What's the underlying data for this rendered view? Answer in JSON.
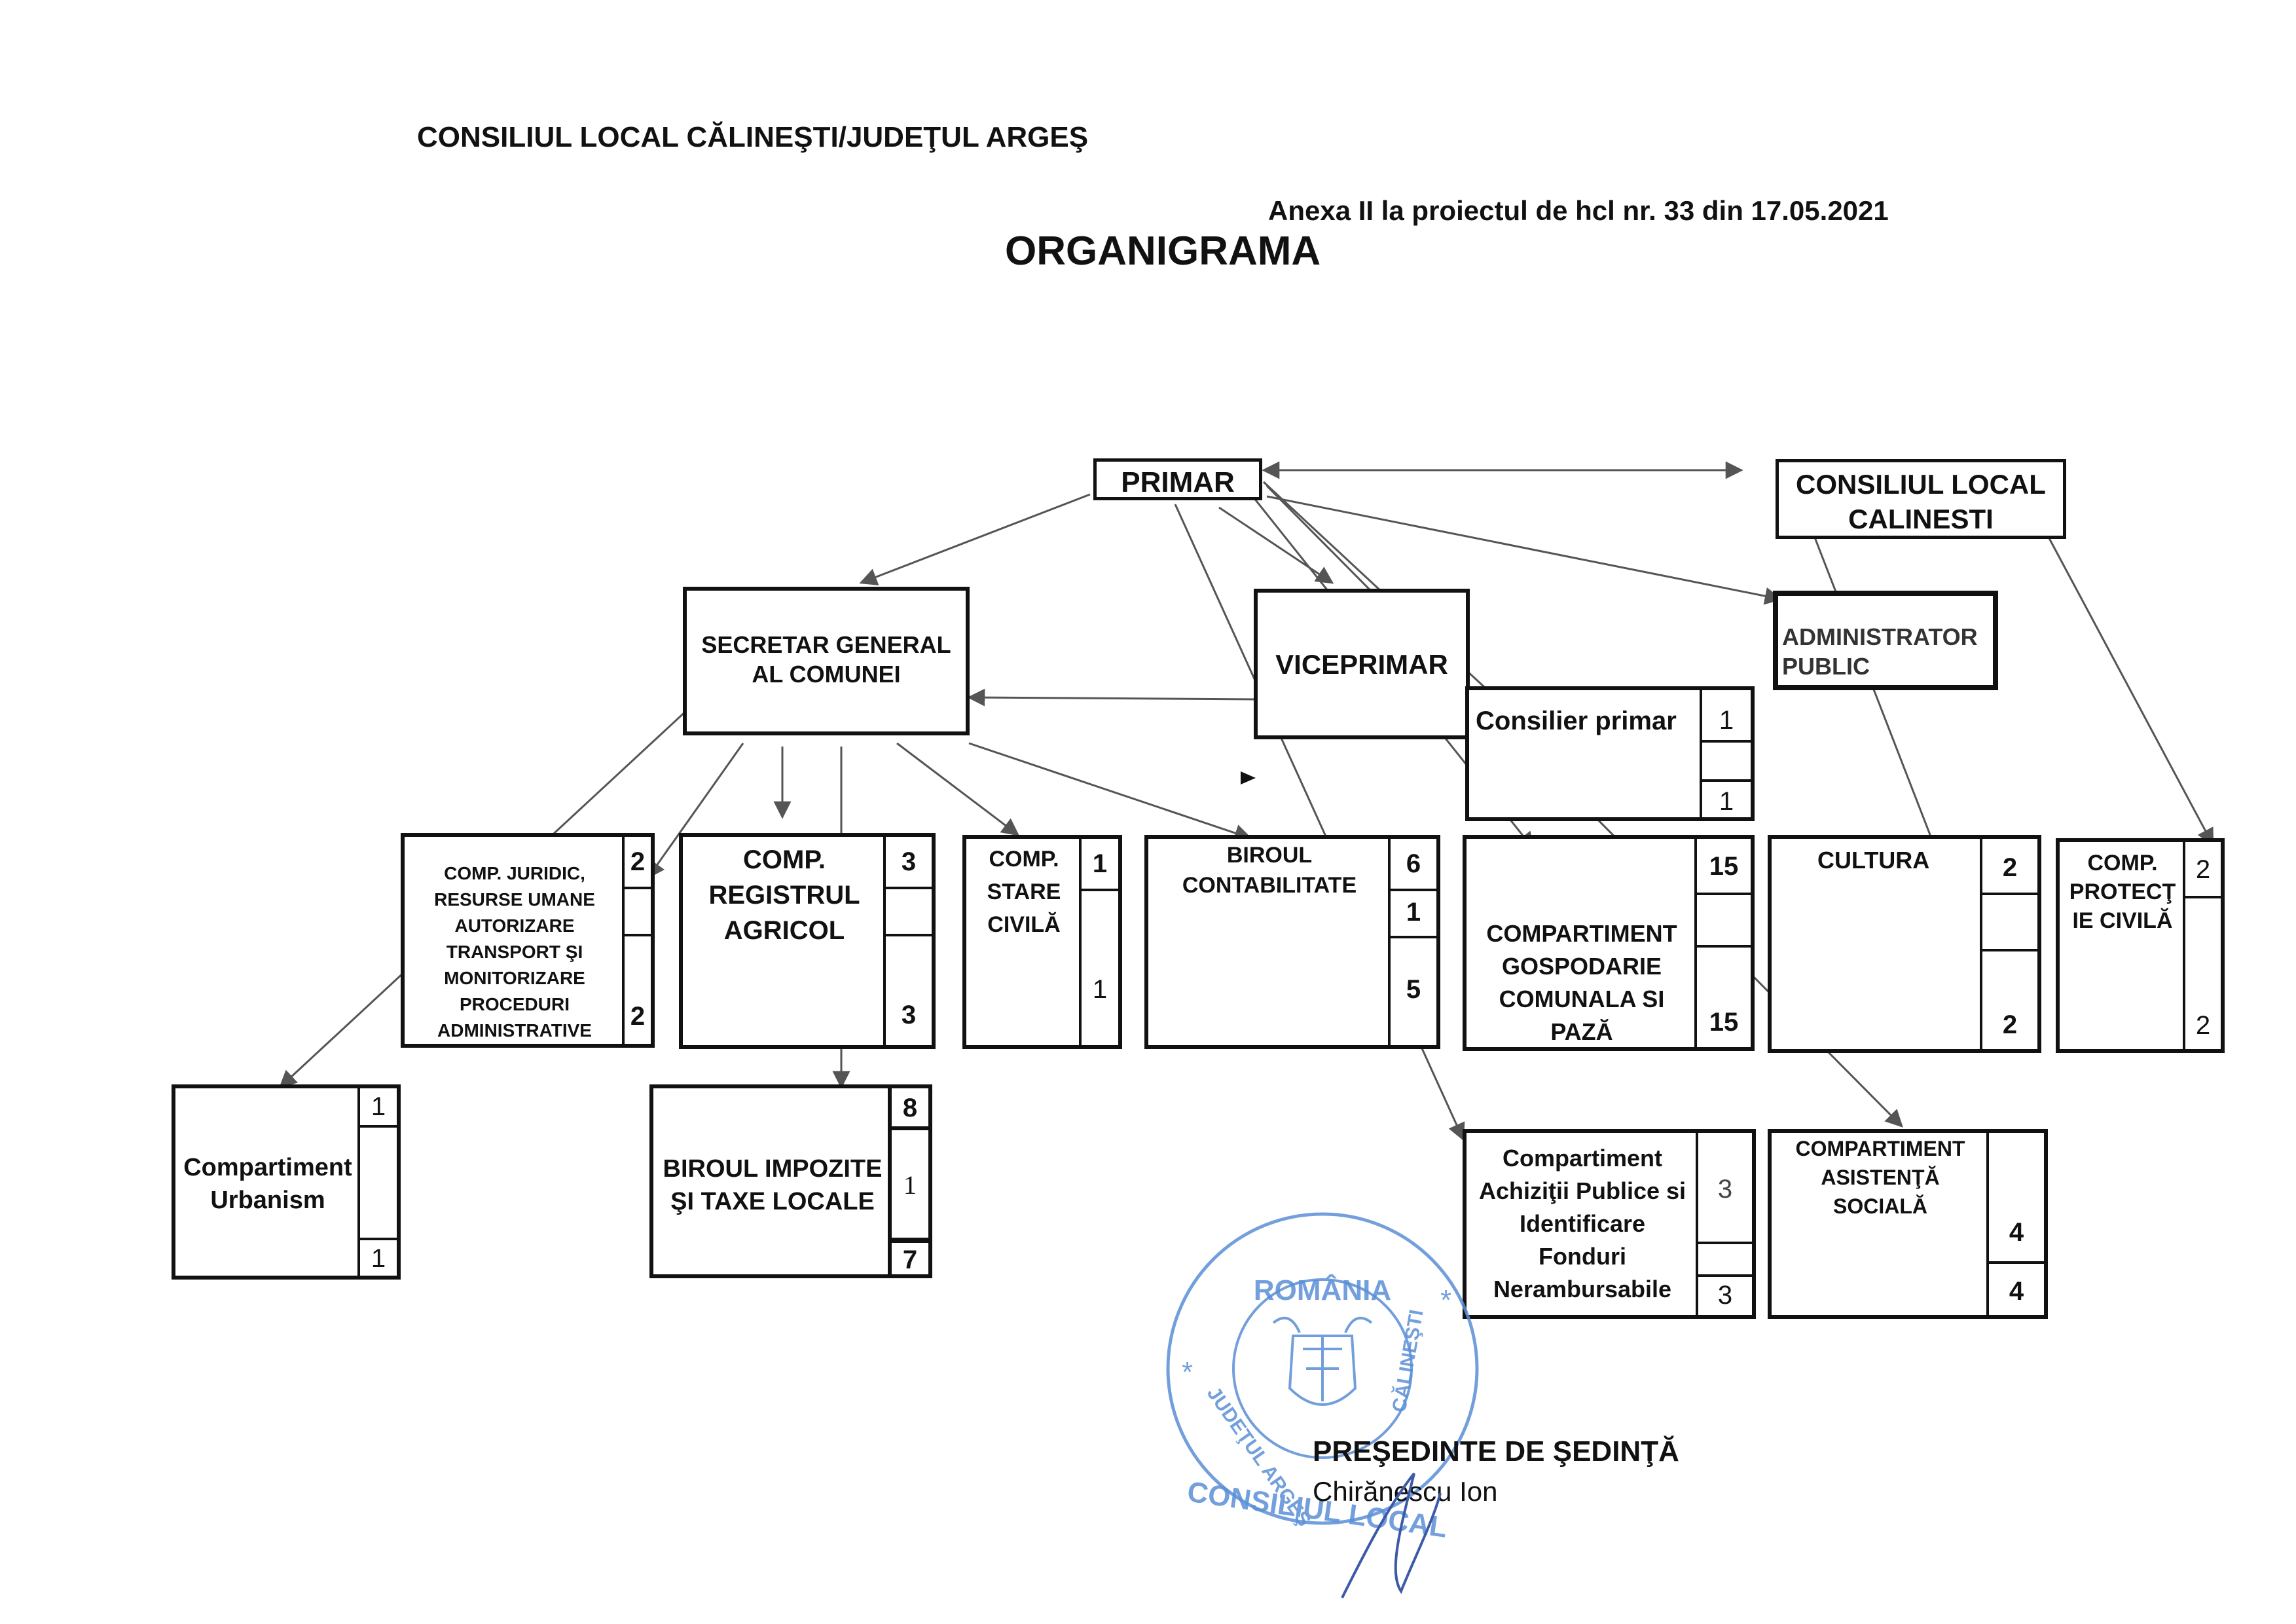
{
  "header": {
    "council": "CONSILIUL LOCAL CĂLINEŞTI/JUDEŢUL ARGEŞ",
    "annex": "Anexa II  la proiectul de hcl nr. 33 din 17.05.2021",
    "title": "ORGANIGRAMA"
  },
  "nodes": {
    "primar": "PRIMAR",
    "consiliu": [
      "CONSILIUL LOCAL",
      "CALINESTI"
    ],
    "secretar": [
      "SECRETAR GENERAL",
      "AL COMUNEI"
    ],
    "viceprimar": "VICEPRIMAR",
    "administrator": [
      "ADMINISTRATOR",
      "PUBLIC"
    ],
    "consilier": {
      "label": "Consilier primar",
      "nums": [
        "1",
        "",
        "1"
      ]
    },
    "juridic": {
      "label": [
        "COMP. JURIDIC,",
        "RESURSE UMANE",
        "AUTORIZARE",
        "TRANSPORT  ŞI",
        "MONITORIZARE",
        "PROCEDURI",
        "ADMINISTRATIVE"
      ],
      "nums": [
        "2",
        "",
        "2"
      ]
    },
    "registru": {
      "label": [
        "COMP.",
        "REGISTRUL",
        "AGRICOL"
      ],
      "nums": [
        "3",
        "",
        "3"
      ]
    },
    "stare": {
      "label": [
        "COMP.",
        "STARE",
        "CIVILĂ"
      ],
      "nums": [
        "1",
        "",
        "1"
      ]
    },
    "contabilitate": {
      "label": [
        "BIROUL",
        "CONTABILITATE"
      ],
      "nums": [
        "6",
        "1",
        "5"
      ]
    },
    "gospodarie": {
      "label": [
        "COMPARTIMENT",
        "GOSPODARIE",
        "COMUNALA SI",
        "PAZĂ"
      ],
      "nums": [
        "15",
        "",
        "15"
      ]
    },
    "cultura": {
      "label": [
        "CULTURA"
      ],
      "nums": [
        "2",
        "",
        "2"
      ]
    },
    "protectie": {
      "label": [
        "COMP.",
        "PROTECŢ",
        "IE CIVILĂ"
      ],
      "nums": [
        "2",
        "",
        "2"
      ]
    },
    "urbanism": {
      "label": [
        "Compartiment",
        "Urbanism"
      ],
      "nums": [
        "1",
        "",
        "1"
      ]
    },
    "impozite": {
      "label": [
        "BIROUL IMPOZITE",
        "ŞI TAXE LOCALE"
      ],
      "nums": [
        "8",
        "1",
        "7"
      ]
    },
    "achizitii": {
      "label": [
        "Compartiment",
        "Achiziţii Publice si",
        "Identificare",
        "Fonduri",
        "Nerambursabile"
      ],
      "nums": [
        "3",
        "",
        "3"
      ]
    },
    "asistenta": {
      "label": [
        "COMPARTIMENT",
        "ASISTENŢĂ",
        "SOCIALĂ"
      ],
      "nums": [
        "",
        "4",
        "4"
      ]
    }
  },
  "signature": {
    "role": "PREŞEDINTE DE ŞEDINŢĂ",
    "name": "Chirănescu Ion"
  },
  "stamp": {
    "top": "ROMÂNIA",
    "left": "JUDEŢUL ARGEŞ",
    "right": "CĂLINEŞTI",
    "bottom": "CONSILIUL LOCAL"
  },
  "colors": {
    "ink": "#111111",
    "line": "#555555",
    "stamp": "#5a8fd6"
  }
}
